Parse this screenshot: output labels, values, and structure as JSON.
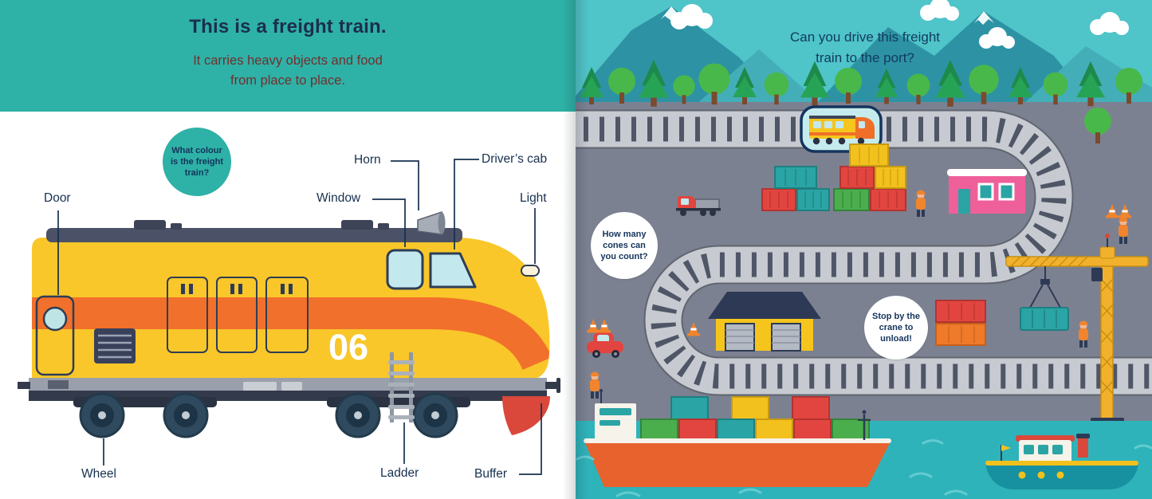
{
  "book": {
    "left_page": {
      "title": "This is a freight train.",
      "subtitle_line1": "It carries heavy objects and food",
      "subtitle_line2": "from place to place.",
      "question_bubble": "What colour is the freight train?",
      "train_number": "06",
      "labels": {
        "door": "Door",
        "horn": "Horn",
        "window": "Window",
        "drivers_cab": "Driver’s cab",
        "light": "Light",
        "wheel": "Wheel",
        "ladder": "Ladder",
        "buffer": "Buffer"
      }
    },
    "right_page": {
      "question_line1": "Can you drive this freight",
      "question_line2": "train to the port?",
      "cones_bubble": "How many cones can you count?",
      "crane_bubble": "Stop by the crane to unload!"
    },
    "colors": {
      "header_teal": "#2eb1a6",
      "sky_teal": "#4fc4c9",
      "water_teal": "#2fb3ba",
      "train_yellow": "#f9c72a",
      "stripe_orange": "#f1702b",
      "ink_navy": "#1b2f4e",
      "subtitle_maroon": "#732f2f"
    }
  }
}
